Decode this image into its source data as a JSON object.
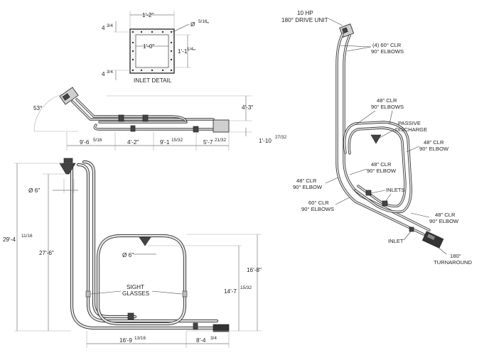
{
  "inlet_detail": {
    "title": "INLET DETAIL",
    "width_outer": "1'-2\"",
    "width_inner": "1'-0\"",
    "height_right": "1'-1",
    "height_right_frac": "1/4",
    "height_right_unit": "\"",
    "left_top_whole": "4",
    "left_top_frac": "3/4",
    "left_bottom_whole": "4",
    "left_bottom_frac": "3/4",
    "hole_dia": "Ø",
    "hole_frac": "5/16",
    "hole_unit": "\""
  },
  "top_left_view": {
    "angle": "53°",
    "dim_a": "9'-6",
    "dim_a_frac": "5/16",
    "dim_b": "4'-2\"",
    "dim_c": "9'-1",
    "dim_c_frac": "15/32",
    "dim_d": "5'-7",
    "dim_d_frac": "21/32",
    "dim_height": "4'-3\"",
    "dim_drop": "1'-10",
    "dim_drop_frac": "27/32"
  },
  "front_view": {
    "overall_height": "29'-4",
    "overall_height_frac": "11/16",
    "inner_height": "27'-6\"",
    "pipe_dia_left": "Ø 6\"",
    "pipe_dia_loop": "Ø 6\"",
    "loop_height_outer": "16'-8\"",
    "loop_height_inner": "14'-7",
    "loop_height_inner_frac": "15/32",
    "bottom_width_a": "16'-9",
    "bottom_width_a_frac": "13/16",
    "bottom_width_b": "8'-4",
    "bottom_width_b_frac": "3/4",
    "sight_glasses": [
      "SIGHT",
      "GLASSES"
    ]
  },
  "iso_view": {
    "drive_unit": [
      "10 HP",
      "180° DRIVE UNIT"
    ],
    "elbows_60": [
      "(4) 60° CLR",
      "90° ELBOWS"
    ],
    "elbows_48_top": [
      "48\" CLR",
      "90° ELBOWS"
    ],
    "passive_discharge": [
      "PASSIVE",
      "DISCHARGE"
    ],
    "elbow_48_right": [
      "48\" CLR",
      "90° ELBOW"
    ],
    "elbow_48_mid": [
      "48\" CLR",
      "90° ELBOW"
    ],
    "elbow_48_left": [
      "48\" CLR",
      "90° ELBOW"
    ],
    "inlets": "INLETS",
    "elbows_60_lower": [
      "60° CLR",
      "90° ELBOWS"
    ],
    "elbow_48_lower_right": [
      "48\" CLR",
      "90° ELBOW"
    ],
    "inlet": "INLET",
    "turnaround": [
      "180°",
      "TURNAROUND"
    ]
  }
}
